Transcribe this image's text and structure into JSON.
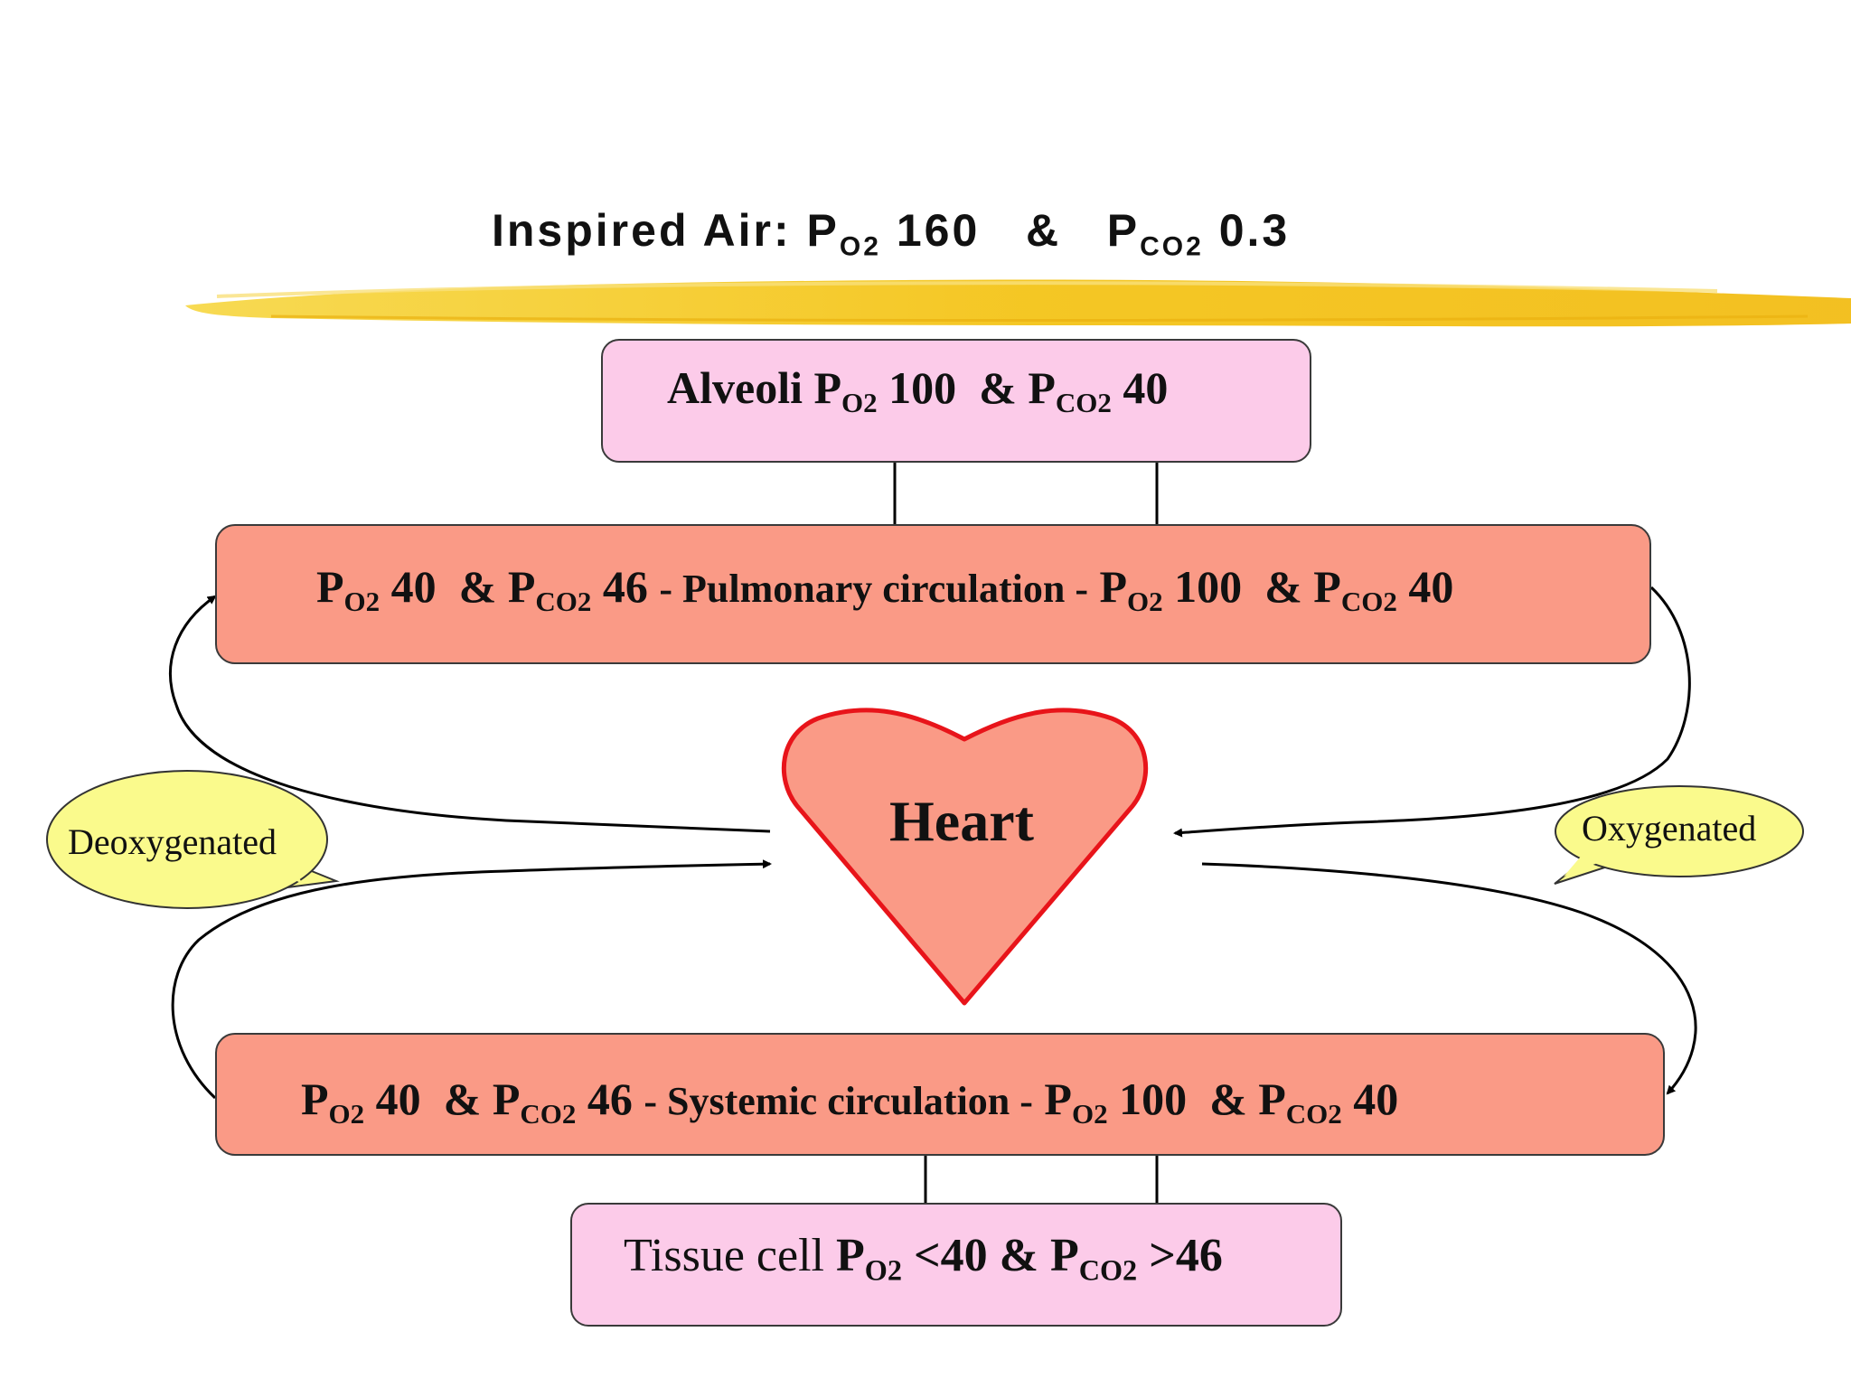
{
  "title": {
    "p1": "P",
    "s1": "O2",
    "v1": "160",
    "amp": "&",
    "p2": "P",
    "s2": "CO2",
    "v2": "0.3",
    "prefix": "Inspired Air:"
  },
  "alveoli": {
    "name": "Alveoli",
    "p1": "P",
    "s1": "O2",
    "v1": "100",
    "amp": "&",
    "p2": "P",
    "s2": "CO2",
    "v2": "40"
  },
  "pulmonary": {
    "left": {
      "p1": "P",
      "s1": "O2",
      "v1": "40",
      "amp": "&",
      "p2": "P",
      "s2": "CO2",
      "v2": "46"
    },
    "name": "- Pulmonary circulation -",
    "right": {
      "p1": "P",
      "s1": "O2",
      "v1": "100",
      "amp": "&",
      "p2": "P",
      "s2": "CO2",
      "v2": "40"
    }
  },
  "heart": {
    "label": "Heart"
  },
  "deoxygenated": "Deoxygenated",
  "oxygenated": "Oxygenated",
  "systemic": {
    "left": {
      "p1": "P",
      "s1": "O2",
      "v1": "40",
      "amp": "&",
      "p2": "P",
      "s2": "CO2",
      "v2": "46"
    },
    "name": "- Systemic circulation -",
    "right": {
      "p1": "P",
      "s1": "O2",
      "v1": "100",
      "amp": "&",
      "p2": "P",
      "s2": "CO2",
      "v2": "40"
    }
  },
  "tissue": {
    "name": "Tissue cell",
    "p1": "P",
    "s1": "O2",
    "v1": "<40",
    "amp": "&",
    "p2": "P",
    "s2": "CO2",
    "v2": ">46"
  },
  "colors": {
    "highlighter": "#f5c518",
    "pink_box": "#fccbe9",
    "salmon_box": "#fa9a86",
    "bubble": "#fafa8c",
    "heart_stroke": "#e8141a"
  }
}
